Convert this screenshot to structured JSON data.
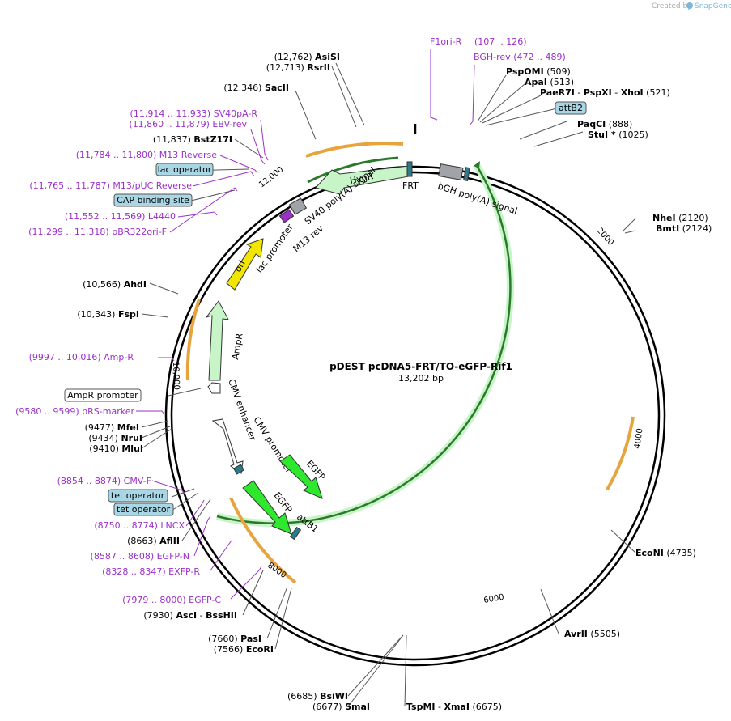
{
  "header": {
    "credit": "Created by",
    "brand": "SnapGene"
  },
  "plasmid": {
    "name": "pDEST pcDNA5-FRT/TO-eGFP-Rif1",
    "size_label": "13,202 bp",
    "length": 13202
  },
  "colors": {
    "primer": "#9b30c8",
    "feature_box": "#a9d6e5",
    "green_feature": "#2ee82e",
    "light_green_feature": "#c8f5c8",
    "ori": "#f2e600",
    "orange_primer": "#e8a43c"
  },
  "ticks": [
    "2000",
    "4000",
    "6000",
    "8000",
    "10,000",
    "12,000"
  ],
  "sites": [
    {
      "pos": "(12,762)",
      "name": "AsiSI"
    },
    {
      "pos": "(12,713)",
      "name": "RsrII"
    },
    {
      "pos": "(12,346)",
      "name": "SacII"
    },
    {
      "pos": "(11,837)",
      "name": "BstZ17I"
    },
    {
      "pos": "(10,566)",
      "name": "AhdI"
    },
    {
      "pos": "(10,343)",
      "name": "FspI"
    },
    {
      "pos": "(9477)",
      "name": "MfeI"
    },
    {
      "pos": "(9434)",
      "name": "NruI"
    },
    {
      "pos": "(9410)",
      "name": "MluI"
    },
    {
      "pos": "(8663)",
      "name": "AflII"
    },
    {
      "pos": "(7930)",
      "name": "AscI",
      "name2": "BssHII"
    },
    {
      "pos": "(7660)",
      "name": "PasI"
    },
    {
      "pos": "(7566)",
      "name": "EcoRI"
    },
    {
      "pos": "(6685)",
      "name": "BsiWI"
    },
    {
      "pos": "(6677)",
      "name": "SmaI"
    },
    {
      "pos": "(6675)",
      "name": "TspMI",
      "name2": "XmaI"
    },
    {
      "pos": "(5505)",
      "name": "AvrII"
    },
    {
      "pos": "(4735)",
      "name": "EcoNI"
    },
    {
      "pos": "(2120)",
      "name": "NheI"
    },
    {
      "pos": "(2124)",
      "name": "BmtI"
    },
    {
      "pos": "(888)",
      "name": "PaqCI"
    },
    {
      "pos": "(1025)",
      "name": "StuI *"
    },
    {
      "pos": "(509)",
      "name": "PspOMI"
    },
    {
      "pos": "(513)",
      "name": "ApaI"
    },
    {
      "pos": "(521)",
      "name": "PaeR7I",
      "name2": "PspXI",
      "name3": "XhoI"
    }
  ],
  "primers": [
    {
      "range": "(11,914 .. 11,933)",
      "name": "SV40pA-R"
    },
    {
      "range": "(11,860 .. 11,879)",
      "name": "EBV-rev"
    },
    {
      "range": "(11,784 .. 11,800)",
      "name": "M13 Reverse"
    },
    {
      "range": "(11,765 .. 11,787)",
      "name": "M13/pUC Reverse"
    },
    {
      "range": "(11,552 .. 11,569)",
      "name": "L4440"
    },
    {
      "range": "(11,299 .. 11,318)",
      "name": "pBR322ori-F"
    },
    {
      "range": "(9997 .. 10,016)",
      "name": "Amp-R"
    },
    {
      "range": "(9580 .. 9599)",
      "name": "pRS-marker"
    },
    {
      "range": "(8854 .. 8874)",
      "name": "CMV-F"
    },
    {
      "range": "(8750 .. 8774)",
      "name": "LNCX"
    },
    {
      "range": "(8587 .. 8608)",
      "name": "EGFP-N"
    },
    {
      "range": "(8328 .. 8347)",
      "name": "EXFP-R"
    },
    {
      "range": "(7979 .. 8000)",
      "name": "EGFP-C"
    },
    {
      "range": "",
      "name": "F1ori-R"
    },
    {
      "range": "(107 .. 126)",
      "name": ""
    },
    {
      "range": "(472 .. 489)",
      "name": "BGH-rev"
    }
  ],
  "boxed_features": [
    "lac operator",
    "CAP binding site",
    "AmpR promoter",
    "tet operator",
    "tet operator",
    "attB2"
  ],
  "features": [
    "HygR",
    "FRT",
    "bGH poly(A) signal",
    "SV40 poly(A) signal",
    "lac promoter",
    "M13 rev",
    "ori",
    "AmpR",
    "CMV enhancer",
    "CMV promoter",
    "EGFP",
    "EGFP",
    "attB1"
  ]
}
